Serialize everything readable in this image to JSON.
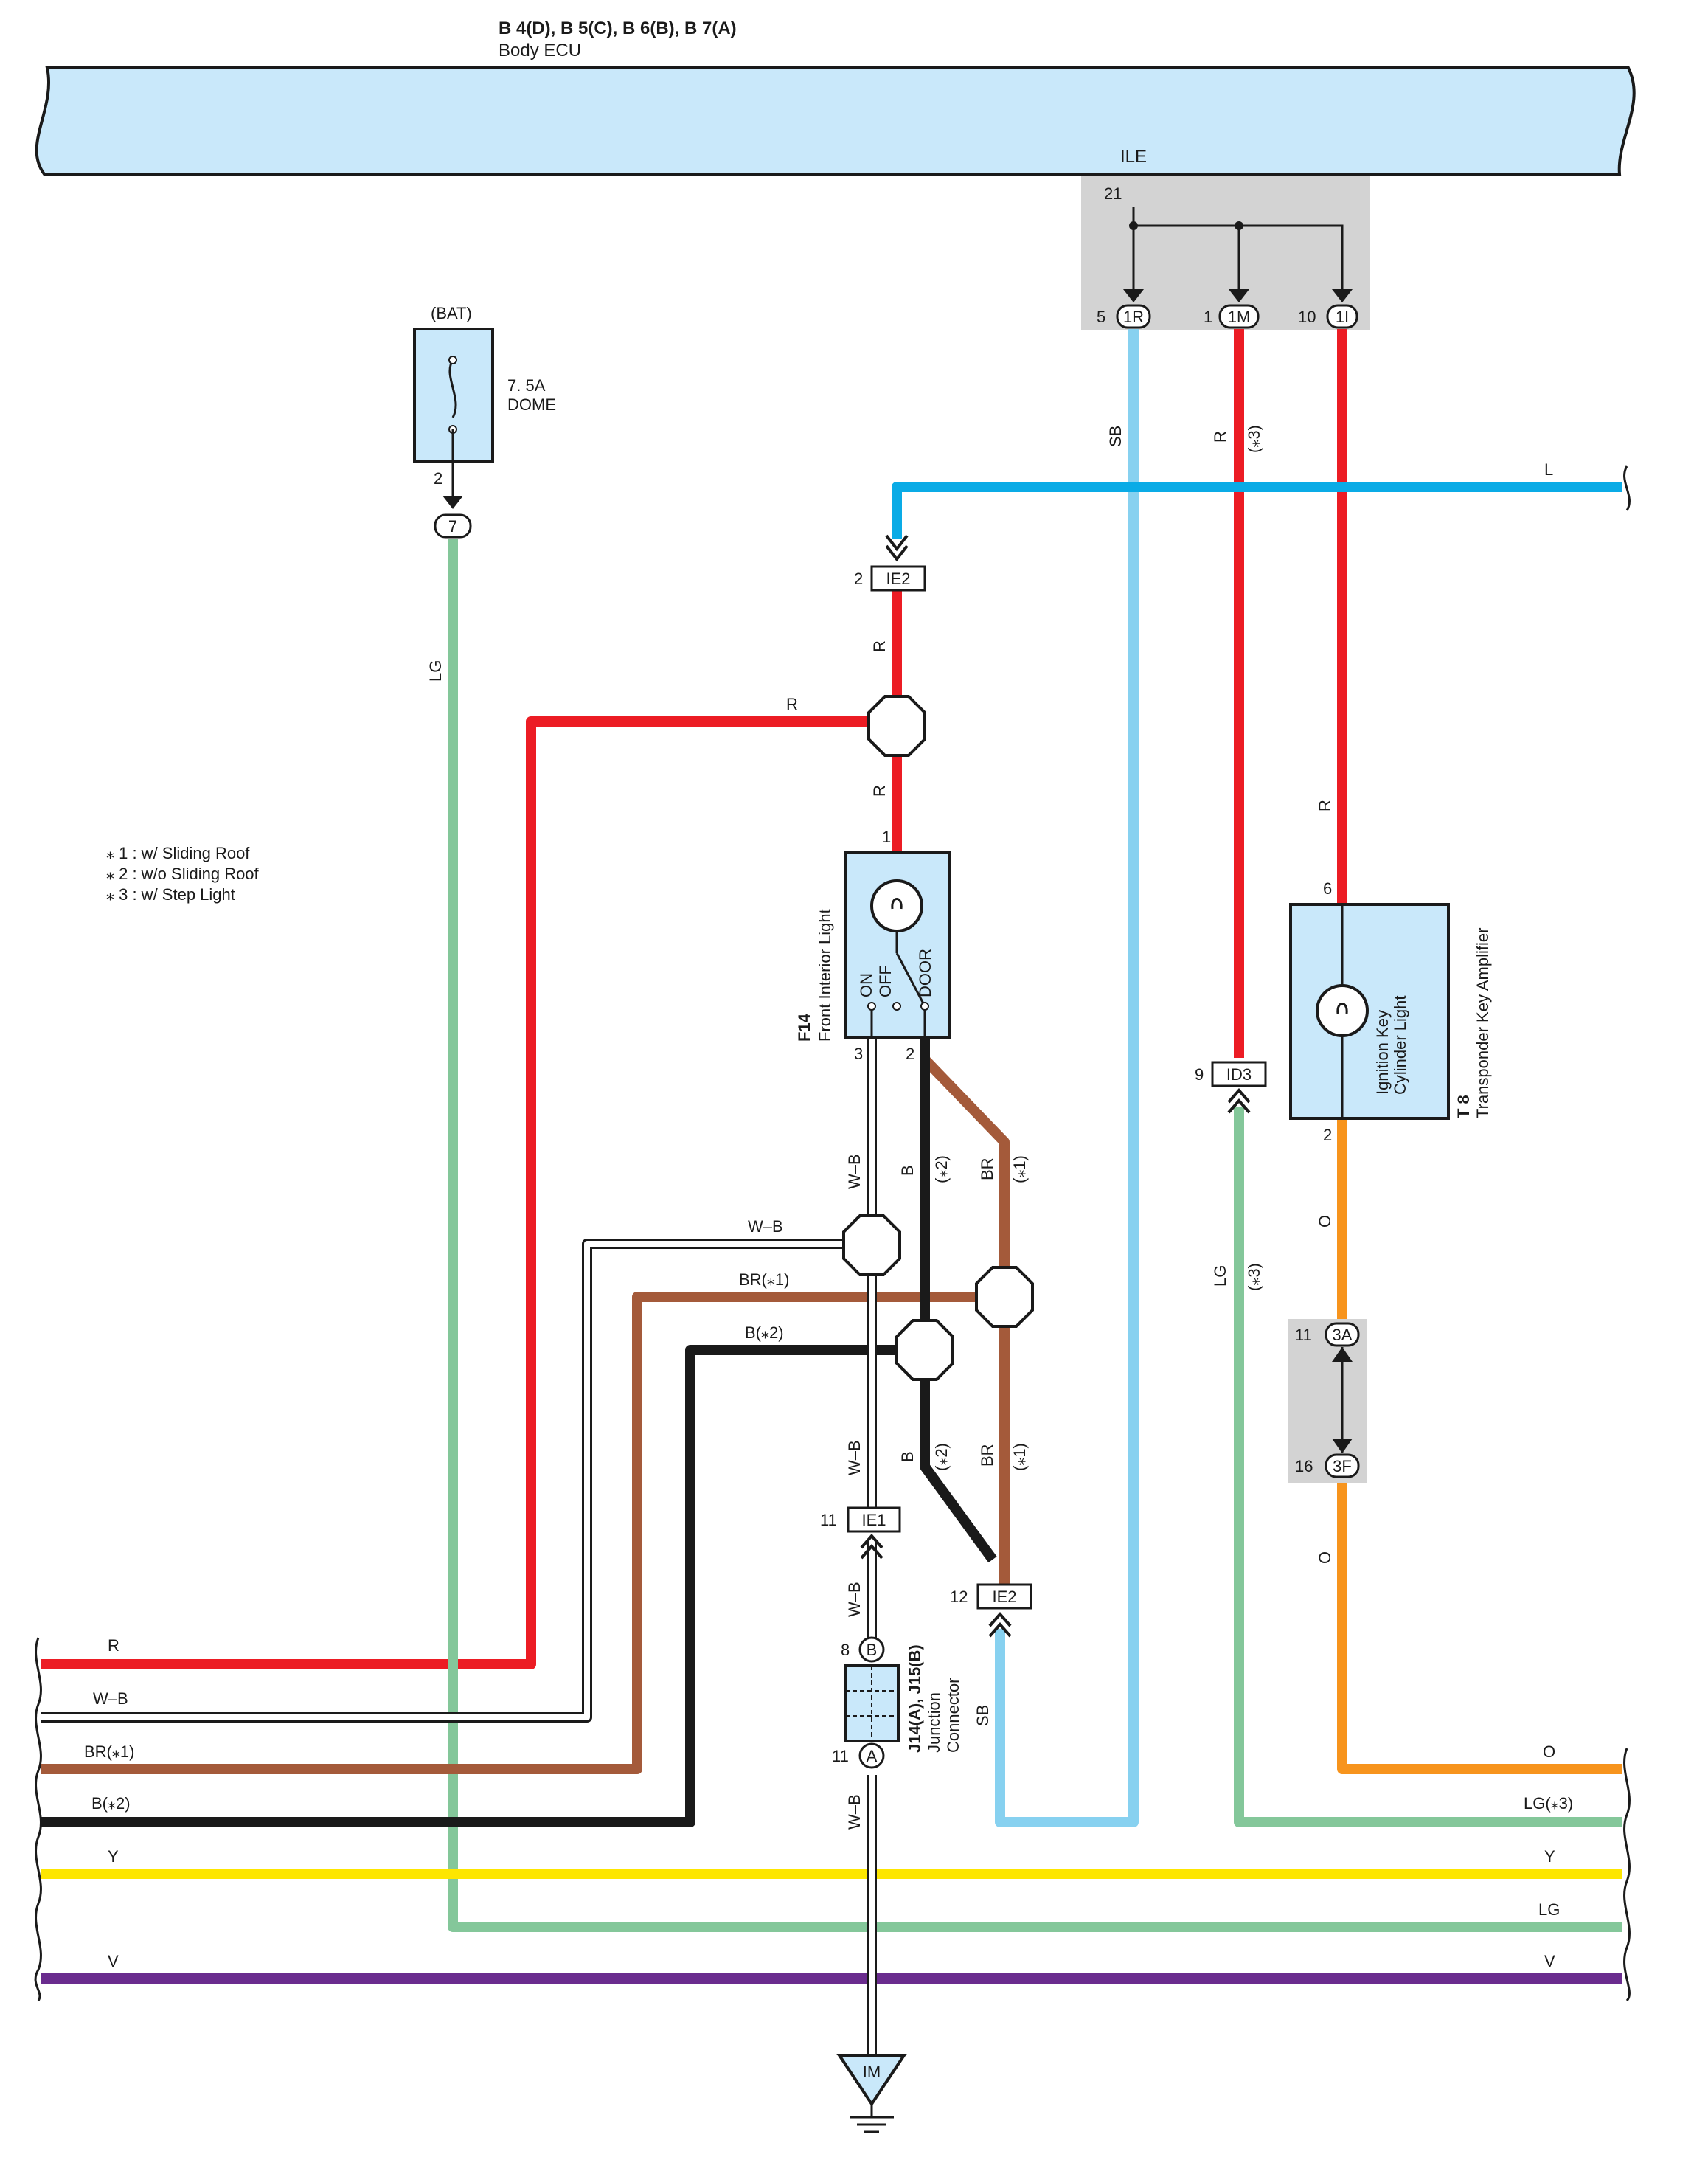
{
  "header": {
    "connectors": "B 4(D), B 5(C), B 6(B), B 7(A)",
    "name": "Body ECU",
    "pin_group": "ILE",
    "pin": "21"
  },
  "bat": {
    "title": "(BAT)",
    "fuse": "7. 5A",
    "fuse_name": "DOME",
    "pin": "2",
    "connector": "7"
  },
  "top_pins": [
    {
      "pin": "5",
      "code": "1R"
    },
    {
      "pin": "1",
      "code": "1M"
    },
    {
      "pin": "10",
      "code": "1I"
    }
  ],
  "notes": [
    "⁎ 1 : w/ Sliding Roof",
    "⁎ 2 : w/o Sliding Roof",
    "⁎ 3 : w/ Step Light"
  ],
  "front_light": {
    "code": "F14",
    "name": "Front Interior Light",
    "positions": [
      "ON",
      "OFF",
      "DOOR"
    ],
    "pin_top": "1",
    "pin_left": "3",
    "pin_right": "2"
  },
  "transponder": {
    "code": "T 8",
    "name": "Transponder Key Amplifier",
    "lamp": "Ignition Key",
    "lamp2": "Cylinder Light",
    "pin_top": "6",
    "pin_bottom": "2"
  },
  "junction": {
    "codes": "J14(A), J15(B)",
    "name1": "Junction",
    "name2": "Connector",
    "pin_top": "8",
    "conn_top": "B",
    "pin_bottom": "11",
    "conn_bottom": "A"
  },
  "connectors": {
    "ie2_top": {
      "pin": "2",
      "code": "IE2"
    },
    "id3": {
      "pin": "9",
      "code": "ID3"
    },
    "ie1": {
      "pin": "11",
      "code": "IE1"
    },
    "ie2_bottom": {
      "pin": "12",
      "code": "IE2"
    },
    "3a": {
      "pin": "11",
      "code": "3A"
    },
    "3f": {
      "pin": "16",
      "code": "3F"
    }
  },
  "ground": "IM",
  "wire_labels": {
    "sb": "SB",
    "r": "R",
    "star3": "(⁎3)",
    "l": "L",
    "lg": "LG",
    "o": "O",
    "wb": "W–B",
    "b": "B",
    "star2": "(⁎2)",
    "br": "BR",
    "star1": "(⁎1)",
    "br1": "BR(⁎1)",
    "b2": "B(⁎2)",
    "lg3": "LG(⁎3)",
    "y": "Y",
    "v": "V"
  },
  "colors": {
    "ecu_fill": "#c9e8fa",
    "component_fill": "#c9e8fa",
    "shade": "#d3d3d3",
    "red": "#ec1c24",
    "sky": "#87d1f0",
    "blue": "#0aabe6",
    "green": "#84c79a",
    "orange": "#f7941d",
    "brown": "#a45a3a",
    "black": "#1a1a1a",
    "yellow": "#fde600",
    "violet": "#6a2c8e"
  }
}
